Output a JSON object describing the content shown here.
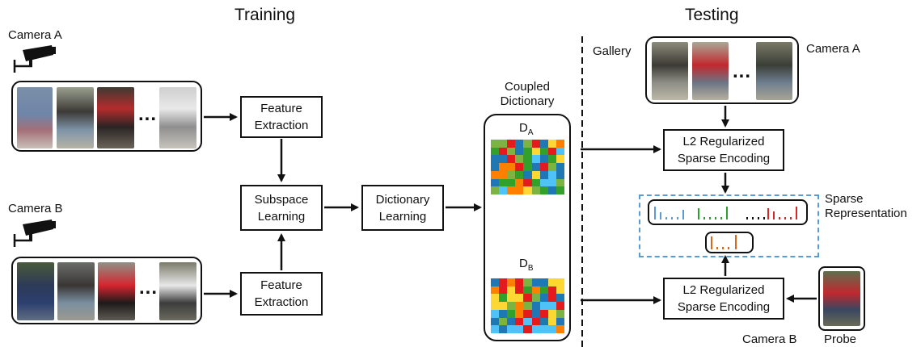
{
  "titles": {
    "training": "Training",
    "testing": "Testing"
  },
  "cameras": {
    "a_left": "Camera A",
    "b_left": "Camera B",
    "a_right": "Camera A",
    "b_right": "Camera B"
  },
  "labels": {
    "gallery": "Gallery",
    "probe": "Probe",
    "coupled_line1": "Coupled",
    "coupled_line2": "Dictionary",
    "sparse_line1": "Sparse",
    "sparse_line2": "Representation",
    "ellipsis": "..."
  },
  "boxes": {
    "feat_a": [
      "Feature",
      "Extraction"
    ],
    "subspace": [
      "Subspace",
      "Learning"
    ],
    "dict_learn": [
      "Dictionary",
      "Learning"
    ],
    "feat_b": [
      "Feature",
      "Extraction"
    ],
    "l2_top": [
      "L2 Regularized",
      "Sparse Encoding"
    ],
    "l2_bottom": [
      "L2 Regularized",
      "Sparse Encoding"
    ]
  },
  "dictionaries": {
    "a_main": "D",
    "a_sub": "A",
    "b_main": "D",
    "b_sub": "B",
    "palette": [
      "#e41a1c",
      "#33a02c",
      "#1f78b4",
      "#fdd835",
      "#ff7f00",
      "#4fc3f7",
      "#7cb342"
    ]
  },
  "colors": {
    "sparse_blue": "#5b9bd5",
    "sparse_green": "#2ca02c",
    "sparse_red": "#d62728",
    "sparse_black": "#111111",
    "sparse_orange": "#d2691e",
    "dash_blue": "#5b9bd5"
  }
}
